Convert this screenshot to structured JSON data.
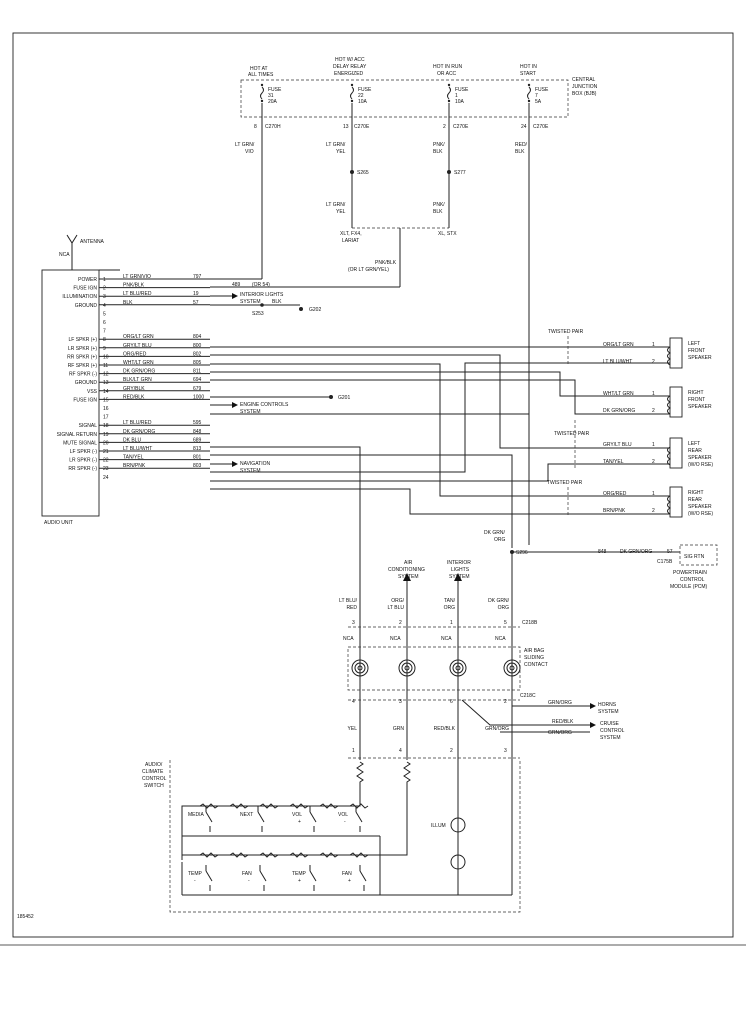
{
  "figure_id": "185452",
  "central_junction_box": {
    "title_line1": "CENTRAL",
    "title_line2": "JUNCTION",
    "title_line3": "BOX (BJB)",
    "fuses": [
      {
        "hot_l1": "",
        "hot_l2": "HOT AT",
        "hot_l3": "ALL TIMES",
        "fuse_l1": "FUSE",
        "fuse_l2": "31",
        "fuse_l3": "20A",
        "pin": "8",
        "conn": "C270H"
      },
      {
        "hot_l1": "HOT W/ ACC",
        "hot_l2": "DELAY RELAY",
        "hot_l3": "ENERGIZED",
        "fuse_l1": "FUSE",
        "fuse_l2": "22",
        "fuse_l3": "10A",
        "pin": "13",
        "conn": "C270E"
      },
      {
        "hot_l1": "",
        "hot_l2": "HOT IN RUN",
        "hot_l3": "OR ACC",
        "fuse_l1": "FUSE",
        "fuse_l2": "1",
        "fuse_l3": "10A",
        "pin": "2",
        "conn": "C270E"
      },
      {
        "hot_l1": "",
        "hot_l2": "HOT IN",
        "hot_l3": "START",
        "fuse_l1": "FUSE",
        "fuse_l2": "7",
        "fuse_l3": "5A",
        "pin": "24",
        "conn": "C270E"
      }
    ]
  },
  "upper_wires": {
    "w1": "LT GRN/",
    "w1b": "VIO",
    "w2": "LT GRN/",
    "w2b": "YEL",
    "w3": "PNK/",
    "w3b": "BLK",
    "w4": "RED/",
    "w4b": "BLK",
    "splice1": "S265",
    "splice2": "S277",
    "w5": "LT GRN/",
    "w5b": "YEL",
    "w6": "PNK/",
    "w6b": "BLK",
    "trim1": "XLT, FX4,",
    "trim1b": "LARIAT",
    "trim2": "XL, STX",
    "merge1": "PNK/BLK",
    "merge2": "(OR LT GRN/YEL)"
  },
  "antenna": {
    "label": "ANTENNA",
    "nca": "NCA"
  },
  "audio_unit": {
    "title": "AUDIO UNIT",
    "pins": [
      {
        "name": "POWER",
        "pin": "1",
        "color": "LT GRN/VIO",
        "circuit": "797"
      },
      {
        "name": "FUSE IGN",
        "pin": "2",
        "color": "PNK/BLK",
        "circuit": "(OR LT GRN/YEL)"
      },
      {
        "name": "ILLUMINATION",
        "pin": "3",
        "color": "LT BLU/RED",
        "circuit": "19"
      },
      {
        "name": "GROUND",
        "pin": "4",
        "color": "BLK",
        "circuit": "57"
      },
      {
        "name": "",
        "pin": "5",
        "color": "",
        "circuit": ""
      },
      {
        "name": "",
        "pin": "6",
        "color": "",
        "circuit": ""
      },
      {
        "name": "",
        "pin": "7",
        "color": "",
        "circuit": ""
      },
      {
        "name": "LF SPKR (+)",
        "pin": "8",
        "color": "ORG/LT GRN",
        "circuit": "804"
      },
      {
        "name": "LR SPKR (+)",
        "pin": "9",
        "color": "GRY/LT BLU",
        "circuit": "800"
      },
      {
        "name": "RR SPKR (+)",
        "pin": "10",
        "color": "ORG/RED",
        "circuit": "802"
      },
      {
        "name": "RF SPKR (+)",
        "pin": "11",
        "color": "WHT/LT GRN",
        "circuit": "805"
      },
      {
        "name": "RF SPKR (-)",
        "pin": "12",
        "color": "DK GRN/ORG",
        "circuit": "811"
      },
      {
        "name": "GROUND",
        "pin": "13",
        "color": "BLK/LT GRN",
        "circuit": "694"
      },
      {
        "name": "VSS",
        "pin": "14",
        "color": "GRY/BLK",
        "circuit": "679"
      },
      {
        "name": "FUSE IGN",
        "pin": "15",
        "color": "RED/BLK",
        "circuit": "1000"
      },
      {
        "name": "",
        "pin": "16",
        "color": "",
        "circuit": ""
      },
      {
        "name": "",
        "pin": "17",
        "color": "",
        "circuit": ""
      },
      {
        "name": "SIGNAL",
        "pin": "18",
        "color": "LT BLU/RED",
        "circuit": "595"
      },
      {
        "name": "SIGNAL RETURN",
        "pin": "19",
        "color": "DK GRN/ORG",
        "circuit": "848"
      },
      {
        "name": "MUTE SIGNAL",
        "pin": "20",
        "color": "DK BLU",
        "circuit": "689"
      },
      {
        "name": "LF SPKR (-)",
        "pin": "21",
        "color": "LT BLU/WHT",
        "circuit": "813"
      },
      {
        "name": "LR SPKR (-)",
        "pin": "22",
        "color": "TAN/YEL",
        "circuit": "801"
      },
      {
        "name": "RR SPKR (-)",
        "pin": "23",
        "color": "BRN/PNK",
        "circuit": "803"
      },
      {
        "name": "",
        "pin": "24",
        "color": "",
        "circuit": ""
      }
    ],
    "pin2_alt_circuit": "489",
    "pin2_alt_note": "(OR 54)"
  },
  "grounds": {
    "s253": "S253",
    "g202": "G202",
    "g201": "G201",
    "blk": "BLK",
    "interior_lights": "INTERIOR LIGHTS",
    "interior_lights2": "SYSTEM"
  },
  "systems": {
    "engine_controls": "ENGINE CONTROLS",
    "engine_controls2": "SYSTEM",
    "navigation": "NAVIGATION",
    "navigation2": "SYSTEM"
  },
  "speakers": [
    {
      "l1": "LEFT",
      "l2": "FRONT",
      "l3": "SPEAKER",
      "l4": "",
      "w1": "ORG/LT GRN",
      "w2": "LT BLU/WHT"
    },
    {
      "l1": "RIGHT",
      "l2": "FRONT",
      "l3": "SPEAKER",
      "l4": "",
      "w1": "WHT/LT GRN",
      "w2": "DK GRN/ORG"
    },
    {
      "l1": "LEFT",
      "l2": "REAR",
      "l3": "SPEAKER",
      "l4": "(W/O RSE)",
      "w1": "GRY/LT BLU",
      "w2": "TAN/YEL"
    },
    {
      "l1": "RIGHT",
      "l2": "REAR",
      "l3": "SPEAKER",
      "l4": "(W/O RSE)",
      "w1": "ORG/RED",
      "w2": "BRN/PNK"
    }
  ],
  "twisted_pair": "TWISTED PAIR",
  "pcm": {
    "splice": "S296",
    "wire": "DK GRN/",
    "wire2": "ORG",
    "circuit": "848",
    "color": "DK GRN/ORG",
    "pin": "57",
    "conn": "C175B",
    "box": "SIG RTN",
    "name1": "POWERTRAIN",
    "name2": "CONTROL",
    "name3": "MODULE (PCM)"
  },
  "clockspring": {
    "ac": "AIR",
    "ac2": "CONDITIONING",
    "ac3": "SYSTEM",
    "il": "INTERIOR",
    "il2": "LIGHTS",
    "il3": "SYSTEM",
    "top_wires": [
      {
        "c1": "LT BLU/",
        "c2": "RED",
        "pin": "3"
      },
      {
        "c1": "ORG/",
        "c2": "LT BLU",
        "pin": "2"
      },
      {
        "c1": "TAN/",
        "c2": "ORG",
        "pin": "1"
      },
      {
        "c1": "DK GRN/",
        "c2": "ORG",
        "pin": "5"
      }
    ],
    "conn_top": "C218B",
    "nca": "NCA",
    "title1": "AIR BAG",
    "title2": "SLIDING",
    "title3": "CONTACT",
    "bottom_pins": [
      "4",
      "3",
      "6",
      "2"
    ],
    "conn_bottom": "C218C",
    "horn_wire": "GRN/ORG",
    "horn1": "HORNS",
    "horn2": "SYSTEM",
    "cruise_w1": "RED/BLK",
    "cruise_w2": "GRN/ORG",
    "cruise1": "CRUISE",
    "cruise2": "CONTROL",
    "cruise3": "SYSTEM",
    "bottom_wires": [
      {
        "c": "YEL",
        "pin": "1"
      },
      {
        "c": "GRN",
        "pin": "4"
      },
      {
        "c": "RED/BLK",
        "pin": "2"
      },
      {
        "c": "GRN/ORG",
        "pin": "3"
      }
    ]
  },
  "switch": {
    "title1": "AUDIO/",
    "title2": "CLIMATE",
    "title3": "CONTROL",
    "title4": "SWITCH",
    "top_row": [
      "MEDIA",
      "NEXT",
      "VOL",
      "VOL"
    ],
    "top_signs": [
      "",
      "",
      "+",
      "-"
    ],
    "bottom_row": [
      "TEMP",
      "FAN",
      "TEMP",
      "FAN"
    ],
    "bottom_signs": [
      "-",
      "-",
      "+",
      "+"
    ],
    "illum": "ILLUM"
  }
}
